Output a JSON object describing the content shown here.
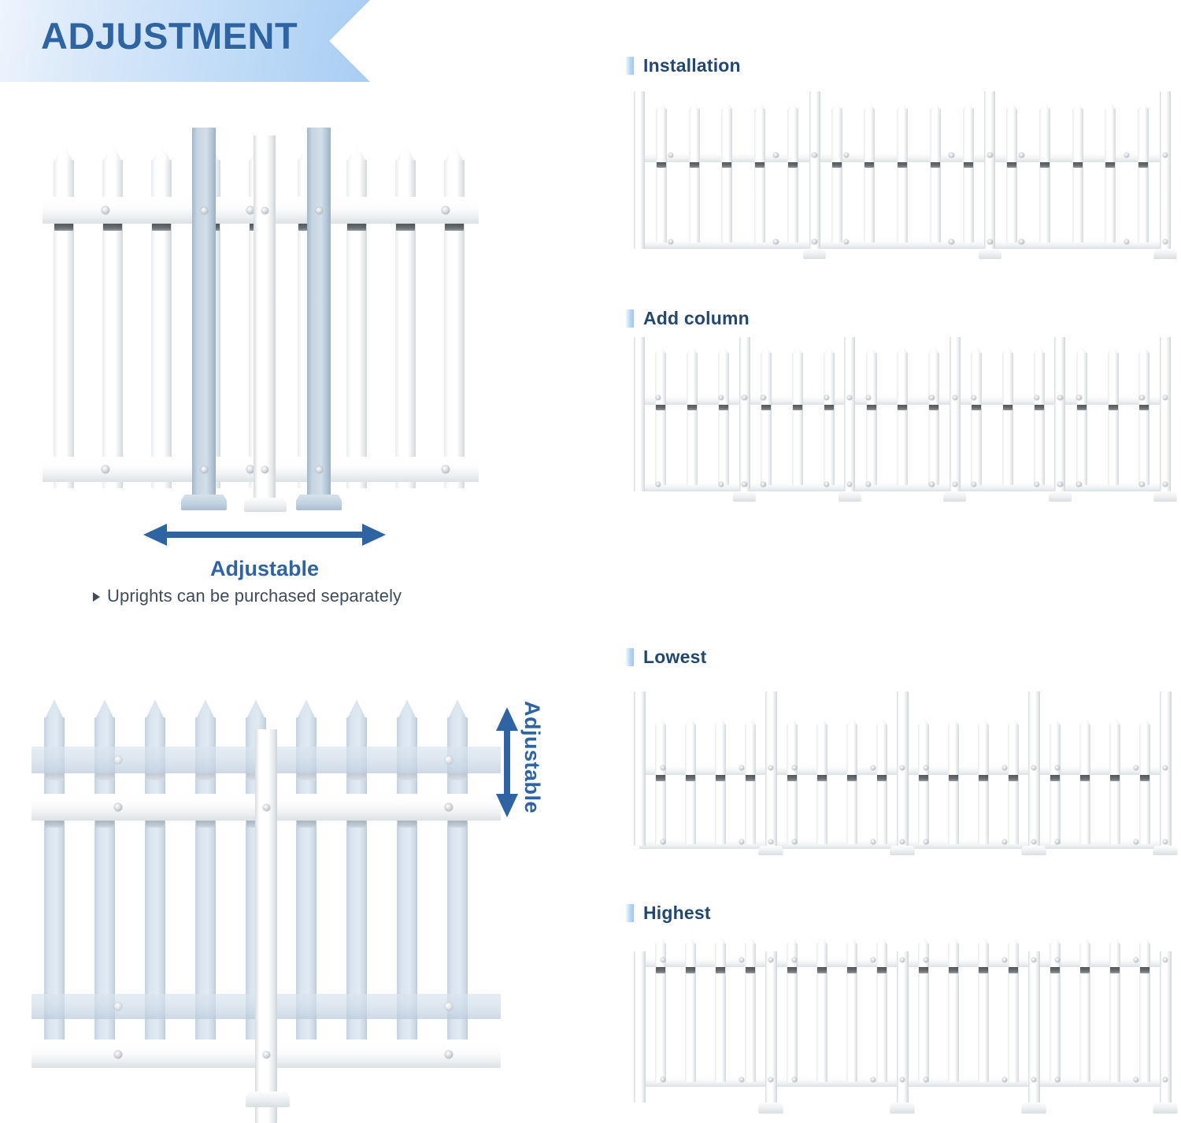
{
  "header": {
    "title": "ADJUSTMENT"
  },
  "left": {
    "width_demo": {
      "arrow_label": "Adjustable",
      "note_bullet": "▸",
      "note": "Uprights can be purchased separately"
    },
    "height_demo": {
      "arrow_label": "Adjustable"
    }
  },
  "right": {
    "sections": [
      {
        "id": "installation",
        "label": "Installation"
      },
      {
        "id": "add-column",
        "label": "Add column"
      },
      {
        "id": "lowest",
        "label": "Lowest"
      },
      {
        "id": "highest",
        "label": "Highest"
      }
    ]
  },
  "colors": {
    "banner_start": "#eef4fc",
    "banner_end": "#a8cdf3",
    "title_blue": "#2e64a3",
    "label_blue": "#24476f",
    "marker_blue": "#9cc6f0",
    "arrow_blue": "#2e64a3",
    "note_gray": "#3f4c5a",
    "picket_white": "#ffffff",
    "picket_blue": "#c7d6e4",
    "rail_blue": "#b6c9dc"
  }
}
